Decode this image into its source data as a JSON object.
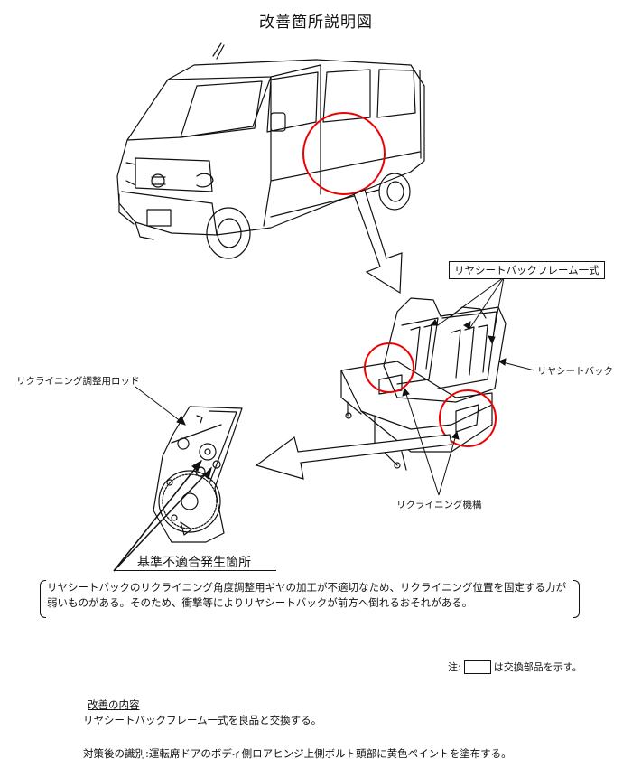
{
  "title": "改善箇所説明図",
  "labels": {
    "frame": "リヤシートバックフレーム一式",
    "seatback": "リヤシートバック",
    "rod": "リクライニング調整用ロッド",
    "mechanism": "リクライニング機構",
    "fault": "基準不適合発生箇所"
  },
  "description": {
    "line1": "リヤシートバックのリクライニング角度調整用ギヤの加工が不適切なため、リクライニング位置を固定する力が",
    "line2": "弱いものがある。そのため、衝撃等によりリヤシートバックが前方へ倒れるおそれがある。"
  },
  "note": {
    "prefix": "注:",
    "suffix": "は交換部品を示す。"
  },
  "improvement": {
    "heading": "改善の内容",
    "body": "リヤシートバックフレーム一式を良品と交換する。"
  },
  "identification": "対策後の識別:運転席ドアのボディ側ロアヒンジ上側ボルト頭部に黄色ペイントを塗布する。"
}
